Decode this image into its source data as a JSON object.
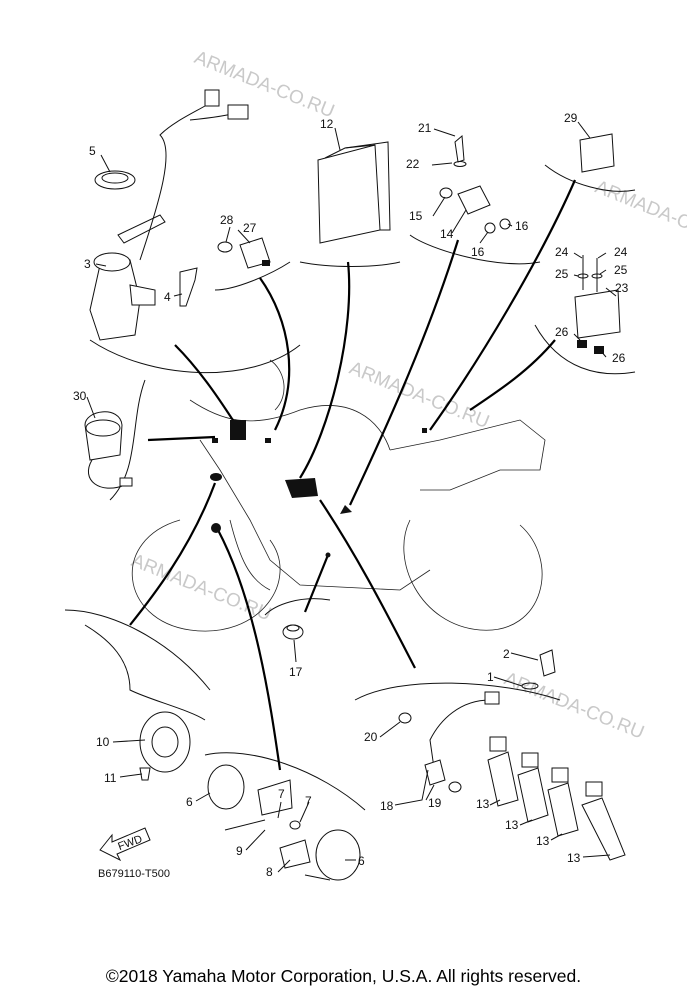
{
  "labels": {
    "l1": "1",
    "l2": "2",
    "l3": "3",
    "l4": "4",
    "l5": "5",
    "l6a": "6",
    "l6b": "6",
    "l7a": "7",
    "l7b": "7",
    "l8": "8",
    "l9": "9",
    "l10": "10",
    "l11": "11",
    "l12": "12",
    "l13a": "13",
    "l13b": "13",
    "l13c": "13",
    "l13d": "13",
    "l14": "14",
    "l15": "15",
    "l16a": "16",
    "l16b": "16",
    "l17": "17",
    "l18": "18",
    "l19": "19",
    "l20": "20",
    "l21": "21",
    "l22": "22",
    "l23": "23",
    "l24a": "24",
    "l24b": "24",
    "l25a": "25",
    "l25b": "25",
    "l26a": "26",
    "l26b": "26",
    "l27": "27",
    "l28": "28",
    "l29": "29",
    "l30": "30"
  },
  "watermark": "ARMADA-CO.RU",
  "fwd_label": "FWD",
  "diagram_code": "B679110-T500",
  "copyright": "©2018 Yamaha Motor Corporation, U.S.A. All rights reserved."
}
